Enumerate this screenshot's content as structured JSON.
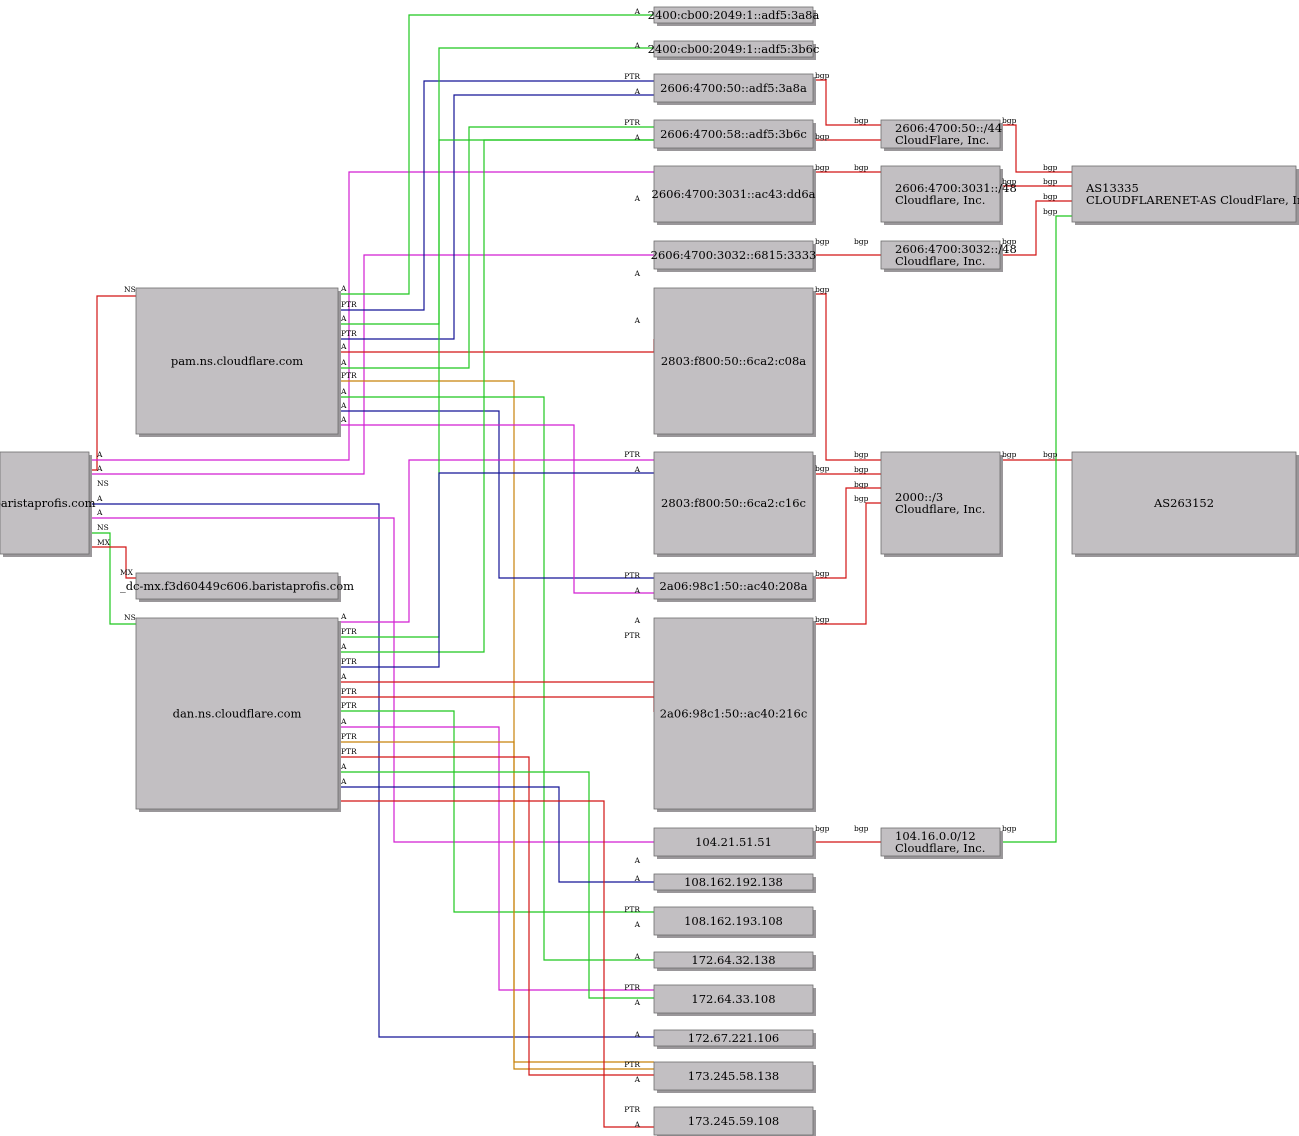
{
  "diagram": {
    "colors": {
      "green": "#1ec81e",
      "magenta": "#d21ed2",
      "navy": "#141496",
      "red": "#d21414",
      "orange": "#c8820a",
      "node_fill": "#c2bfc2",
      "node_border": "#6d6d6d"
    },
    "domain": {
      "name": "baristaprofis.com",
      "edges": [
        "A",
        "A",
        "NS",
        "A",
        "A",
        "NS",
        "MX"
      ]
    },
    "nameservers": [
      {
        "name": "pam.ns.cloudflare.com",
        "edge_label": "NS",
        "records": [
          "A",
          "PTR",
          "A",
          "PTR",
          "A",
          "A",
          "PTR",
          "A",
          "A",
          "A",
          "A",
          "A"
        ]
      },
      {
        "name": "dan.ns.cloudflare.com",
        "edge_label": "NS",
        "records": [
          "A",
          "PTR",
          "A",
          "PTR",
          "A",
          "PTR",
          "PTR",
          "A",
          "PTR",
          "PTR",
          "A",
          "A"
        ]
      }
    ],
    "mx": {
      "name": "_dc-mx.f3d60449c606.baristaprofis.com",
      "edge_label": "MX"
    },
    "addresses": [
      {
        "name": "2400:cb00:2049:1::adf5:3a8a",
        "labels": [
          "A"
        ]
      },
      {
        "name": "2400:cb00:2049:1::adf5:3b6c",
        "labels": [
          "A"
        ]
      },
      {
        "name": "2606:4700:50::adf5:3a8a",
        "labels": [
          "PTR",
          "A"
        ]
      },
      {
        "name": "2606:4700:58::adf5:3b6c",
        "labels": [
          "PTR",
          "A"
        ]
      },
      {
        "name": "2606:4700:3031::ac43:dd6a",
        "labels": [
          "A"
        ]
      },
      {
        "name": "2606:4700:3032::6815:3333",
        "labels": [
          "A"
        ]
      },
      {
        "name": "2803:f800:50::6ca2:c08a",
        "labels": [
          "A"
        ]
      },
      {
        "name": "2803:f800:50::6ca2:c16c",
        "labels": [
          "PTR",
          "A"
        ]
      },
      {
        "name": "2a06:98c1:50::ac40:208a",
        "labels": [
          "PTR",
          "A"
        ]
      },
      {
        "name": "2a06:98c1:50::ac40:216c",
        "labels": [
          "A",
          "PTR"
        ]
      },
      {
        "name": "104.21.51.51",
        "labels": [
          "A"
        ]
      },
      {
        "name": "108.162.192.138",
        "labels": [
          "A"
        ]
      },
      {
        "name": "108.162.193.108",
        "labels": [
          "PTR",
          "A"
        ]
      },
      {
        "name": "172.64.32.138",
        "labels": [
          "A"
        ]
      },
      {
        "name": "172.64.33.108",
        "labels": [
          "PTR",
          "A"
        ]
      },
      {
        "name": "172.67.221.106",
        "labels": [
          "A"
        ]
      },
      {
        "name": "173.245.58.138",
        "labels": [
          "PTR",
          "A"
        ]
      },
      {
        "name": "173.245.59.108",
        "labels": [
          "PTR",
          "A"
        ]
      }
    ],
    "prefixes": [
      {
        "prefix": "2606:4700:50::/44",
        "org": "CloudFlare, Inc."
      },
      {
        "prefix": "2606:4700:3031::/48",
        "org": "Cloudflare, Inc."
      },
      {
        "prefix": "2606:4700:3032::/48",
        "org": "Cloudflare, Inc."
      },
      {
        "prefix": "2000::/3",
        "org": "Cloudflare, Inc."
      },
      {
        "prefix": "104.16.0.0/12",
        "org": "Cloudflare, Inc."
      }
    ],
    "asns": [
      {
        "name": "AS13335",
        "org": "CLOUDFLARENET-AS CloudFlare, Inc."
      },
      {
        "name": "AS263152",
        "org": ""
      }
    ],
    "bgp_label": "bgp"
  }
}
